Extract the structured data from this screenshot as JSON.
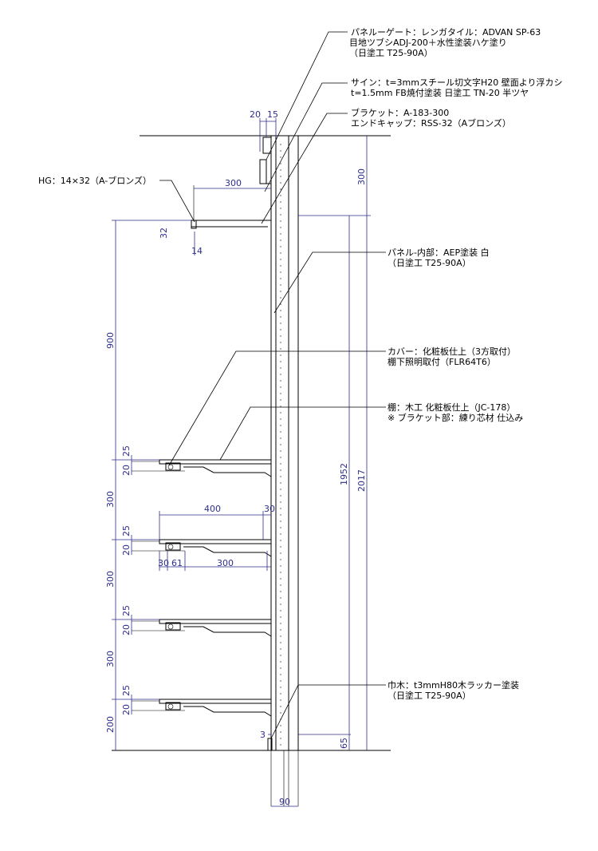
{
  "annotations": {
    "panel_gate": [
      "パネルーゲート：レンガタイル：ADVAN SP-63",
      "目地ツブシADJ-200＋水性塗装ハケ塗り",
      "（日塗工 T25-90A）"
    ],
    "sign": [
      "サイン：t=3mmスチール切文字H20 壁面より浮カシ",
      "t=1.5mm FB焼付塗装 日塗工 TN-20 半ツヤ"
    ],
    "bracket": [
      "ブラケット：A-183-300",
      "エンドキャップ：RSS-32（Aブロンズ）"
    ],
    "hg": "HG：14×32（A-ブロンズ）",
    "panel_inner": [
      "パネル-内部：AEP塗装 白",
      "（日塗工 T25-90A）"
    ],
    "cover": [
      "カバー：化粧板仕上（3方取付）",
      "棚下照明取付（FLR64T6）"
    ],
    "shelf": [
      "棚：木工 化粧板仕上（JC-178）",
      "※ ブラケット部：練り芯材 仕込み"
    ],
    "baseboard": [
      "巾木：t3mmH80木ラッカー塗装",
      "（日塗工 T25-90A）"
    ]
  },
  "dimensions": {
    "top_20": "20",
    "top_15": "15",
    "hg_300": "300",
    "hg_32": "32",
    "hg_14": "14",
    "right_300": "300",
    "left_900": "900",
    "left_300_a": "300",
    "left_300_b": "300",
    "left_300_c": "300",
    "left_200": "200",
    "s1_25": "25",
    "s1_20": "20",
    "s2_25": "25",
    "s2_20": "20",
    "s3_25": "25",
    "s3_20": "20",
    "s4_25": "25",
    "s4_20": "20",
    "shelf_400": "400",
    "shelf_30": "30",
    "shelf_b30": "30",
    "shelf_61": "61",
    "shelf_b300": "300",
    "right_1952": "1952",
    "right_2017": "2017",
    "bottom_3": "3",
    "bottom_65": "65",
    "bottom_90": "90"
  }
}
